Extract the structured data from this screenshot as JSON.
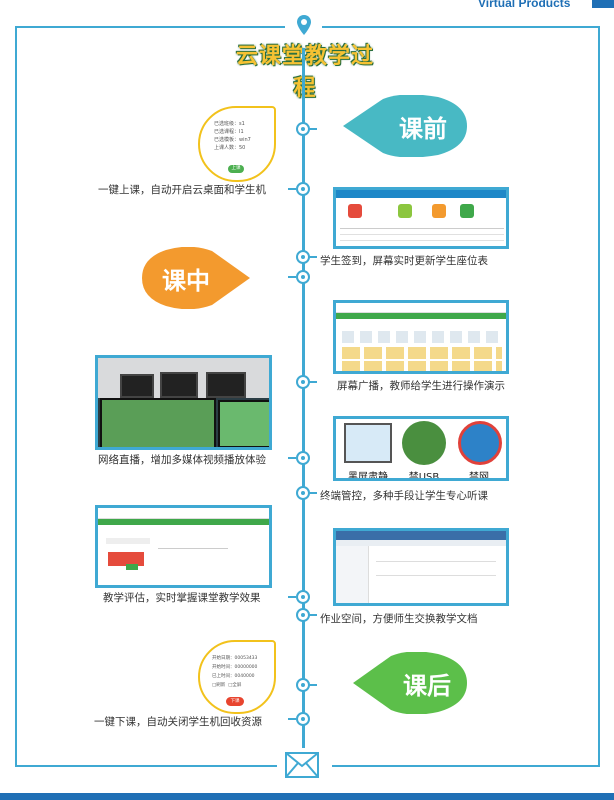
{
  "brand": {
    "text": "Virtual Products"
  },
  "title": "云课堂教学过程",
  "phases": {
    "before": "课前",
    "during": "课中",
    "after": "课后"
  },
  "start_card": {
    "lines": [
      "已选班级：s1",
      "已选课程：I1",
      "已选模板：win7",
      "上课人数：50"
    ],
    "button": "上课"
  },
  "end_card": {
    "lines": [
      "开始日期：00053433",
      "开始时间：00000000",
      "已上时间：0040000"
    ],
    "opt1": "□刷新",
    "opt2": "□全屏",
    "button": "下课"
  },
  "captions": {
    "c1": "一键上课，自动开启云桌面和学生机",
    "c2": "学生签到，屏幕实时更新学生座位表",
    "c3": "屏幕广播，教师给学生进行操作演示",
    "c4": "网络直播，增加多媒体视频播放体验",
    "c5": "终端管控，多种手段让学生专心听课",
    "c6": "教学评估，实时掌握课堂教学效果",
    "c7": "作业空间，方便师生交换教学文档",
    "c8": "一键下课，自动关闭学生机回收资源"
  },
  "controls": {
    "black": "黑屏肃静",
    "usb": "禁USB",
    "net": "禁网"
  },
  "colors": {
    "accent": "#3fa9d3",
    "green": "#4caf50",
    "orange": "#f39a2e",
    "teal": "#48b9c4"
  }
}
